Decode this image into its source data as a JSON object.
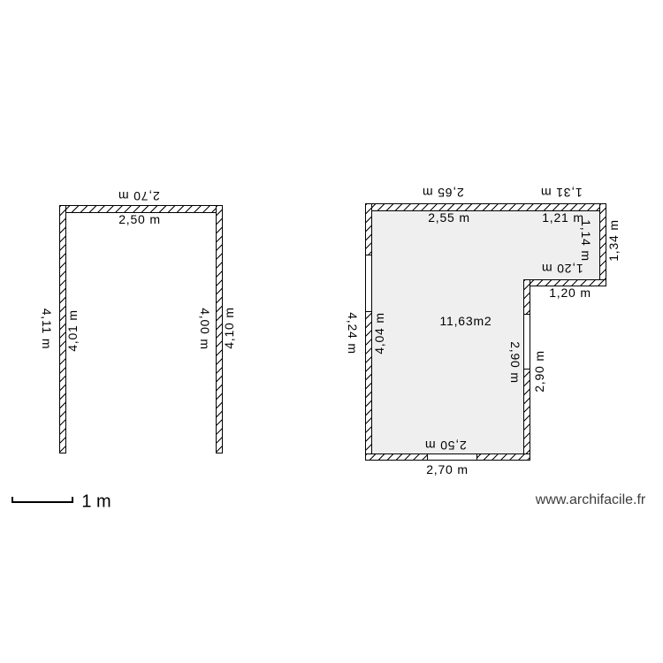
{
  "left_structure": {
    "top_wall": {
      "outside": "2,70 m",
      "inside": "2,50 m"
    },
    "left_wall": {
      "outside": "4,11 m",
      "inside": "4,01 m"
    },
    "right_wall": {
      "inside": "4,00 m",
      "outside": "4,10 m"
    }
  },
  "room": {
    "area_label": "11,63m2",
    "top_wall_left": {
      "outside": "2,65 m",
      "inside": "2,55 m"
    },
    "top_wall_right": {
      "outside": "1,31 m",
      "inside": "1,21 m"
    },
    "notch_wall": {
      "inside": "1,14 m",
      "outside": "1,34 m"
    },
    "step_wall": {
      "inside": "1,20 m",
      "outside": "1,20 m"
    },
    "left_wall": {
      "outside": "4,24 m",
      "inside": "4,04 m"
    },
    "right_wall": {
      "inside": "2,90 m",
      "outside": "2,90 m"
    },
    "bottom_wall": {
      "inside": "2,50 m",
      "outside": "2,70 m"
    }
  },
  "scale_bar": {
    "label": "1 m"
  },
  "footer": {
    "website": "www.archifacile.fr"
  },
  "colors": {
    "room_fill": "#efefef",
    "line": "#000000",
    "watermark_text": "#3d3d3d"
  }
}
